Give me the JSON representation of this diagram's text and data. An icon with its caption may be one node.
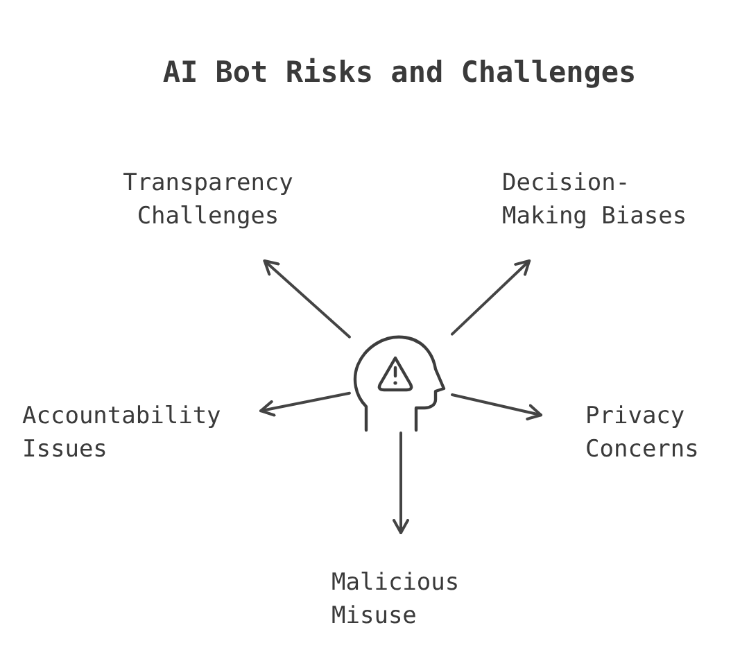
{
  "diagram": {
    "title": "AI Bot Risks and Challenges",
    "nodes": [
      {
        "text": [],
        "shape": "person"
      },
      {
        "text": [
          "Transparency Challenges"
        ]
      },
      {
        "text": [
          "Decision-Making Biases"
        ]
      },
      {
        "text": [
          "Accountability Issues"
        ]
      },
      {
        "text": [
          "Privacy Concerns"
        ]
      },
      {
        "text": [
          "Malicious Misuse"
        ]
      }
    ],
    "edges": [
      {
        "from": 0,
        "to": 1,
        "arrow": "to"
      },
      {
        "from": 0,
        "to": 2,
        "arrow": "to"
      },
      {
        "from": 0,
        "to": 3,
        "arrow": "to"
      },
      {
        "from": 0,
        "to": 4,
        "arrow": "to"
      },
      {
        "from": 0,
        "to": 5,
        "arrow": "to"
      }
    ]
  }
}
